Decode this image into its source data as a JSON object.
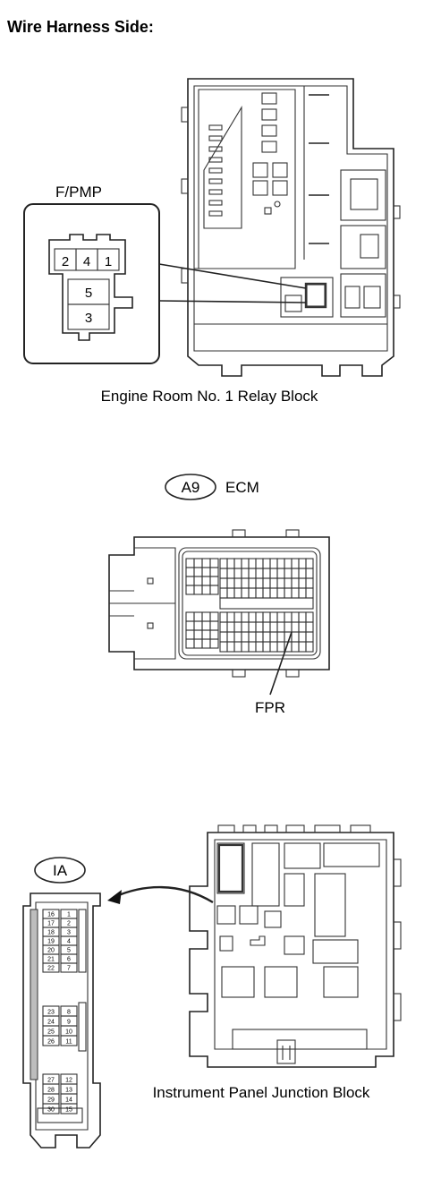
{
  "heading": "Wire Harness Side:",
  "relay_block": {
    "connector_name": "F/PMP",
    "pins_top": [
      "2",
      "4",
      "1"
    ],
    "pins_bottom": [
      "5",
      "3"
    ],
    "caption": "Engine Room No. 1 Relay Block"
  },
  "ecm": {
    "code": "A9",
    "name": "ECM",
    "terminal_label": "FPR"
  },
  "junction_block": {
    "code": "IA",
    "caption": "Instrument Panel Junction Block",
    "pins_left_a": [
      "16",
      "17",
      "18",
      "19",
      "20",
      "21",
      "22"
    ],
    "pins_right_a": [
      "1",
      "2",
      "3",
      "4",
      "5",
      "6",
      "7"
    ],
    "pins_left_b": [
      "23",
      "24",
      "25",
      "26"
    ],
    "pins_right_b": [
      "8",
      "9",
      "10",
      "11"
    ],
    "pins_left_c": [
      "27",
      "28",
      "29",
      "30"
    ],
    "pins_right_c": [
      "12",
      "13",
      "14",
      "15"
    ]
  }
}
